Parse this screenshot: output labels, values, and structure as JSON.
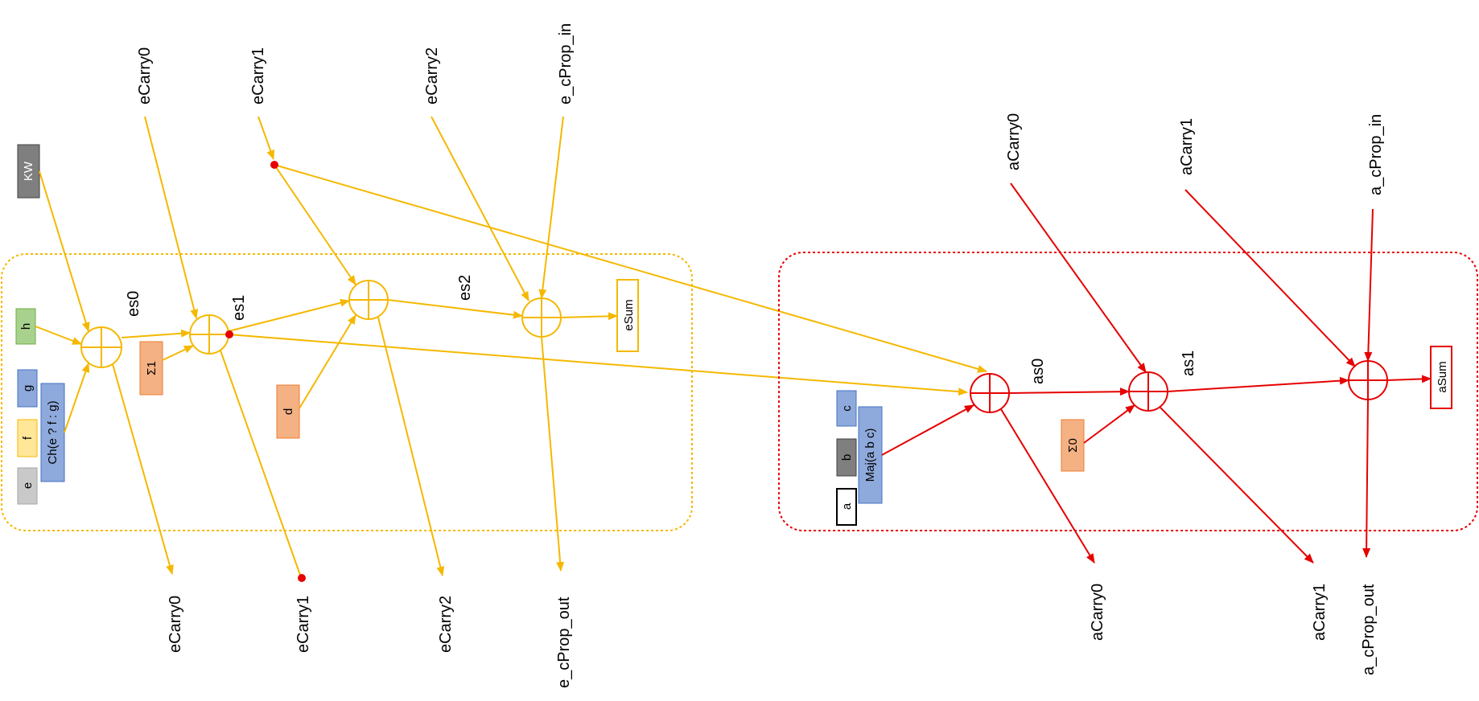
{
  "e_section": {
    "inputs": [
      "eCarry0",
      "eCarry1",
      "eCarry2",
      "e_cProp_in"
    ],
    "outputs": [
      "eCarry0",
      "eCarry1",
      "eCarry2",
      "e_cProp_out"
    ],
    "node_labels": [
      "es0",
      "es1",
      "es2"
    ],
    "sum_label": "eSum",
    "blocks": {
      "kw": "KW",
      "h": "h",
      "g": "g",
      "f": "f",
      "e": "e",
      "ch": "Ch(e ? f : g)",
      "sigma1": "Σ1",
      "d": "d"
    }
  },
  "a_section": {
    "inputs": [
      "aCarry0",
      "aCarry1",
      "a_cProp_in"
    ],
    "outputs": [
      "aCarry0",
      "aCarry1",
      "a_cProp_out"
    ],
    "node_labels": [
      "as0",
      "as1"
    ],
    "sum_label": "aSum",
    "blocks": {
      "c": "c",
      "b": "b",
      "a": "a",
      "maj": "Maj(a b c)",
      "sigma0": "Σ0"
    }
  },
  "colors": {
    "e_path": "#F5B800",
    "a_path": "#E60000",
    "blue_block": "#8EA9DB",
    "orange_block": "#F4B183",
    "green_block": "#A9D18E",
    "yellow_block": "#FFE699",
    "gray_block": "#C9C9C9",
    "dark_block": "#7F7F7F"
  }
}
